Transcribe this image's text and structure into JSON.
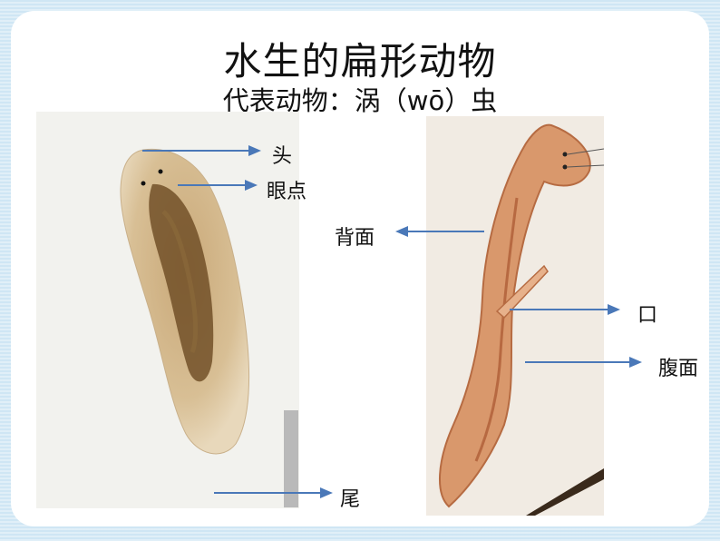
{
  "slide": {
    "title": "水生的扁形动物",
    "subtitle": "代表动物：涡（wō）虫"
  },
  "labels": {
    "head": "头",
    "eyespot": "眼点",
    "tail": "尾",
    "dorsal": "背面",
    "mouth": "口",
    "ventral": "腹面"
  },
  "colors": {
    "arrow": "#4a78b8",
    "frame": "#cfe6f4"
  }
}
